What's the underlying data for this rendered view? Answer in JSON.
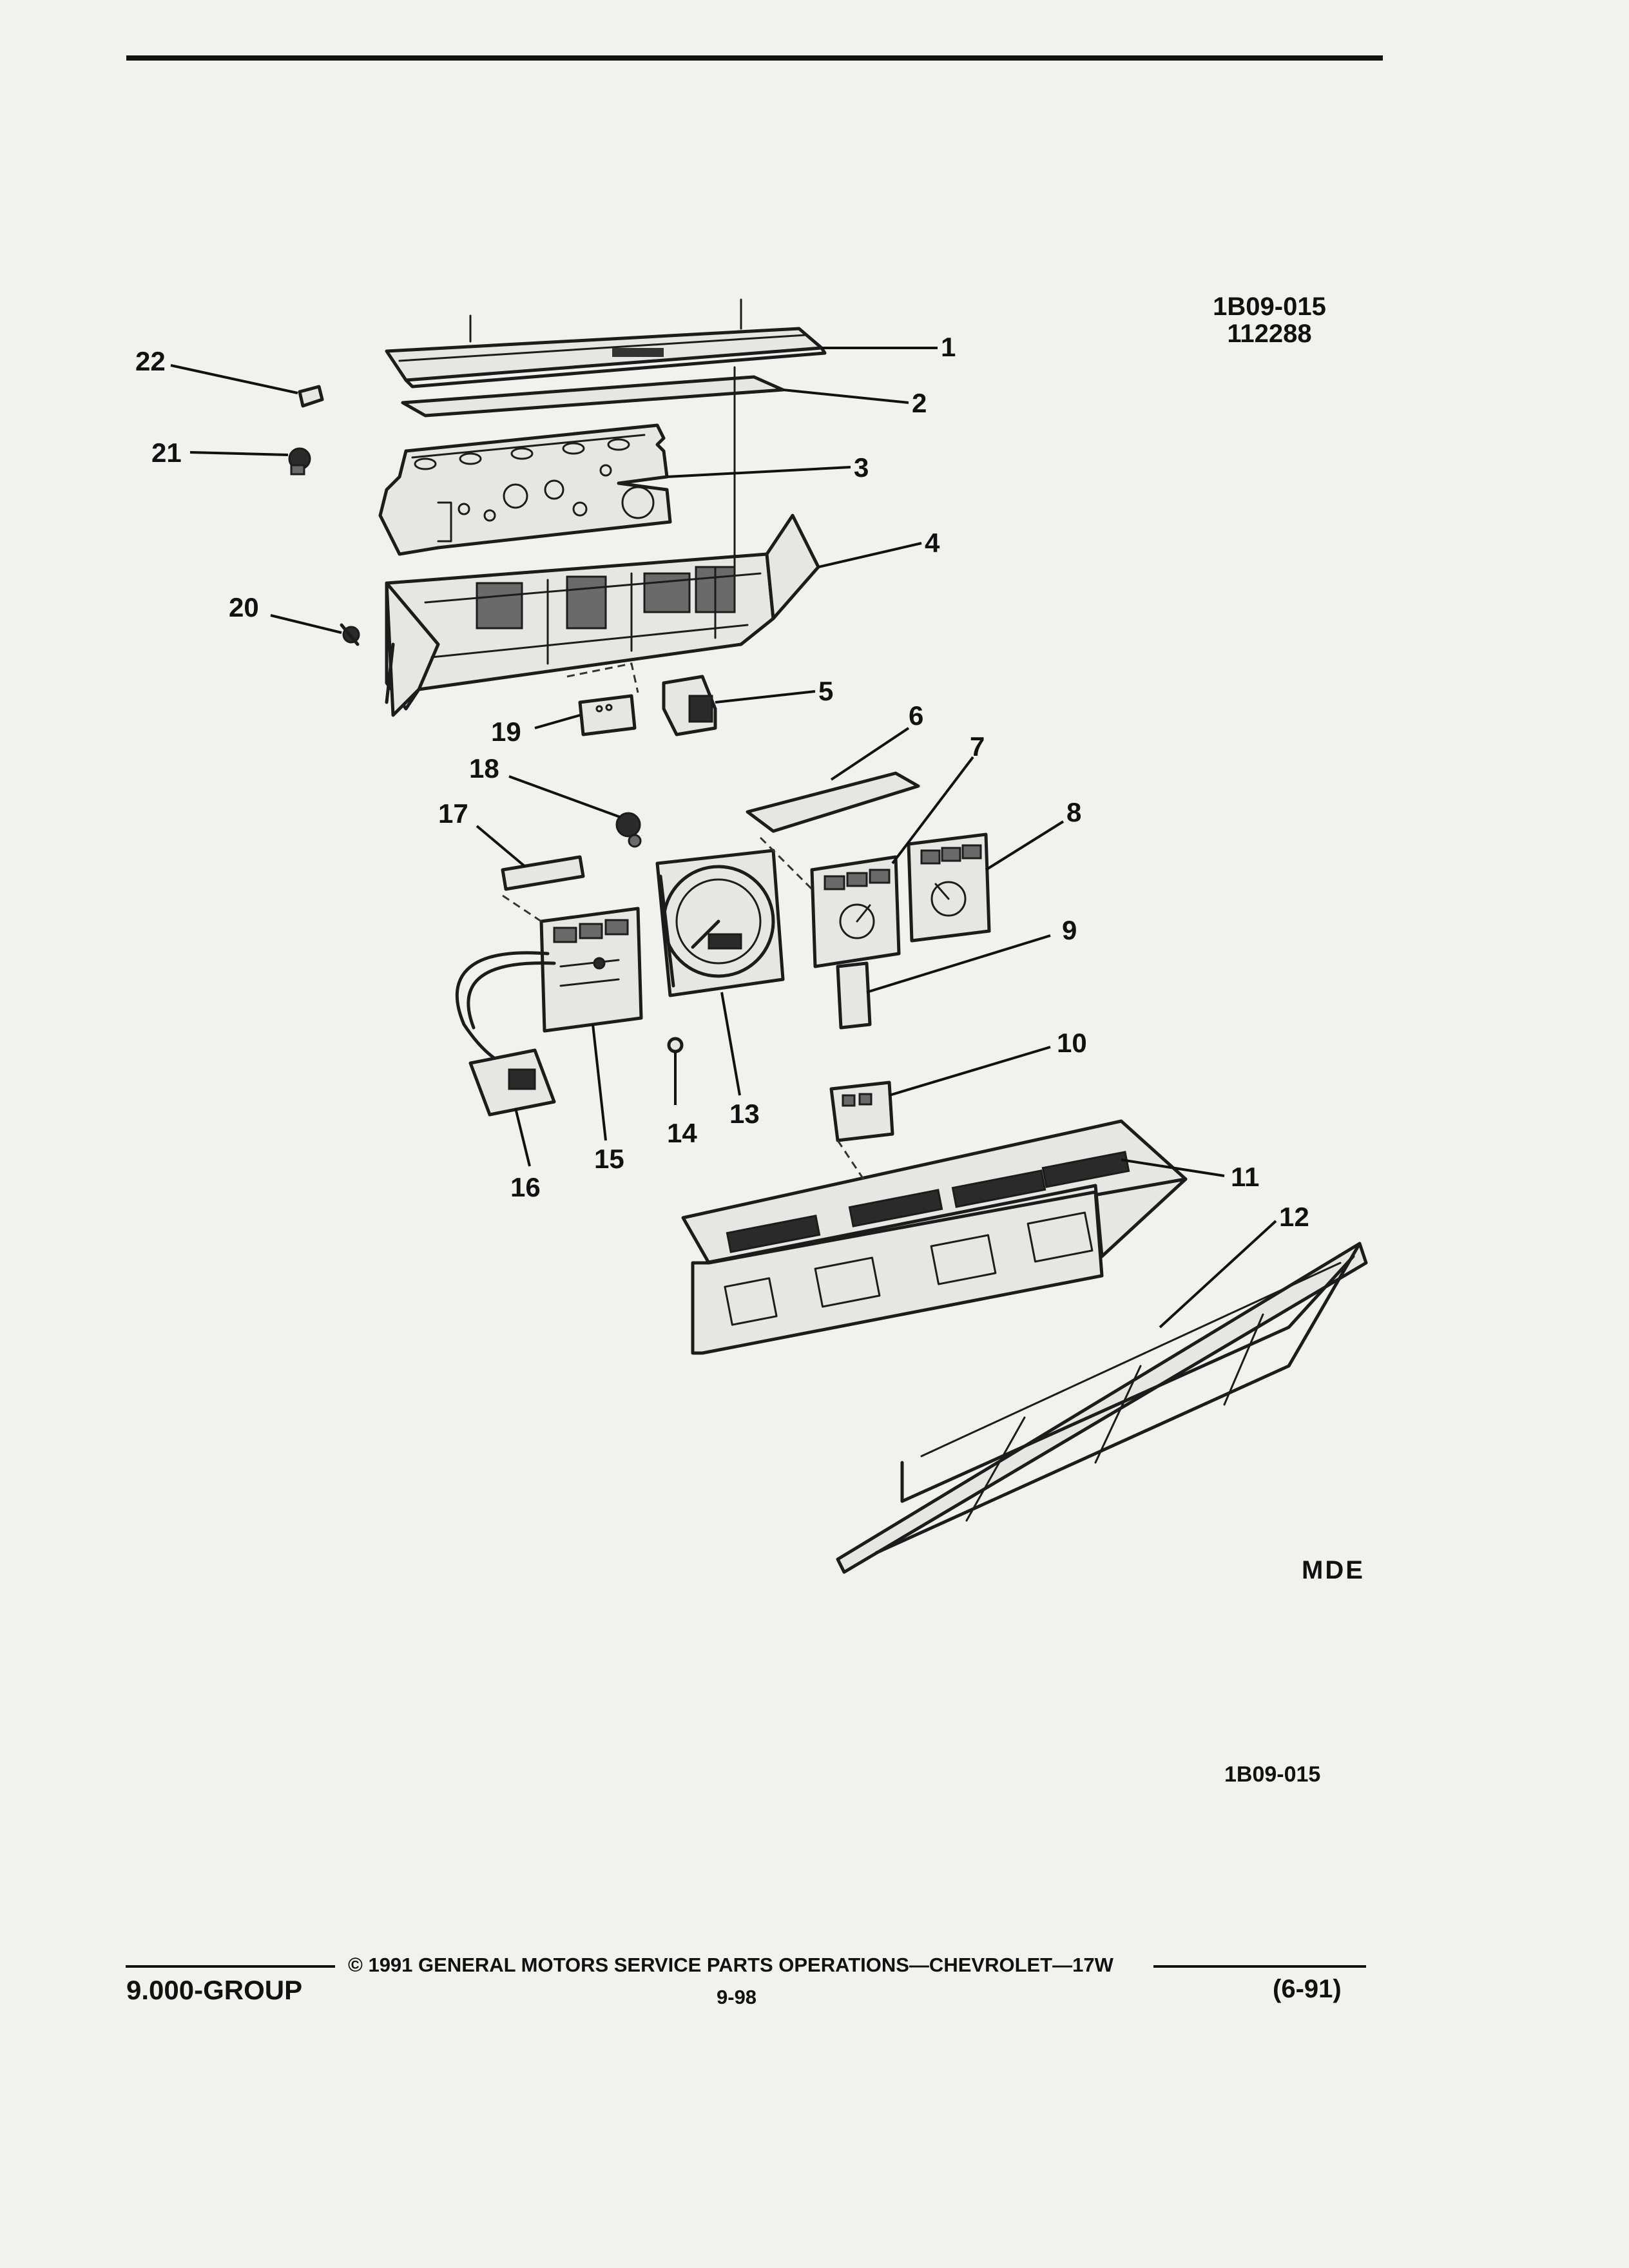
{
  "header": {
    "illustration_code": "1B09-015",
    "illustration_date": "112288"
  },
  "callouts": [
    "1",
    "2",
    "3",
    "4",
    "5",
    "6",
    "7",
    "8",
    "9",
    "10",
    "11",
    "12",
    "13",
    "14",
    "15",
    "16",
    "17",
    "18",
    "19",
    "20",
    "21",
    "22"
  ],
  "logo_text": "MDE",
  "figure_ref": "1B09-015",
  "footer": {
    "group": "9.000-GROUP",
    "copyright": "© 1991 GENERAL MOTORS SERVICE PARTS OPERATIONS—CHEVROLET—17W",
    "page": "9-98",
    "revision": "(6-91)"
  }
}
